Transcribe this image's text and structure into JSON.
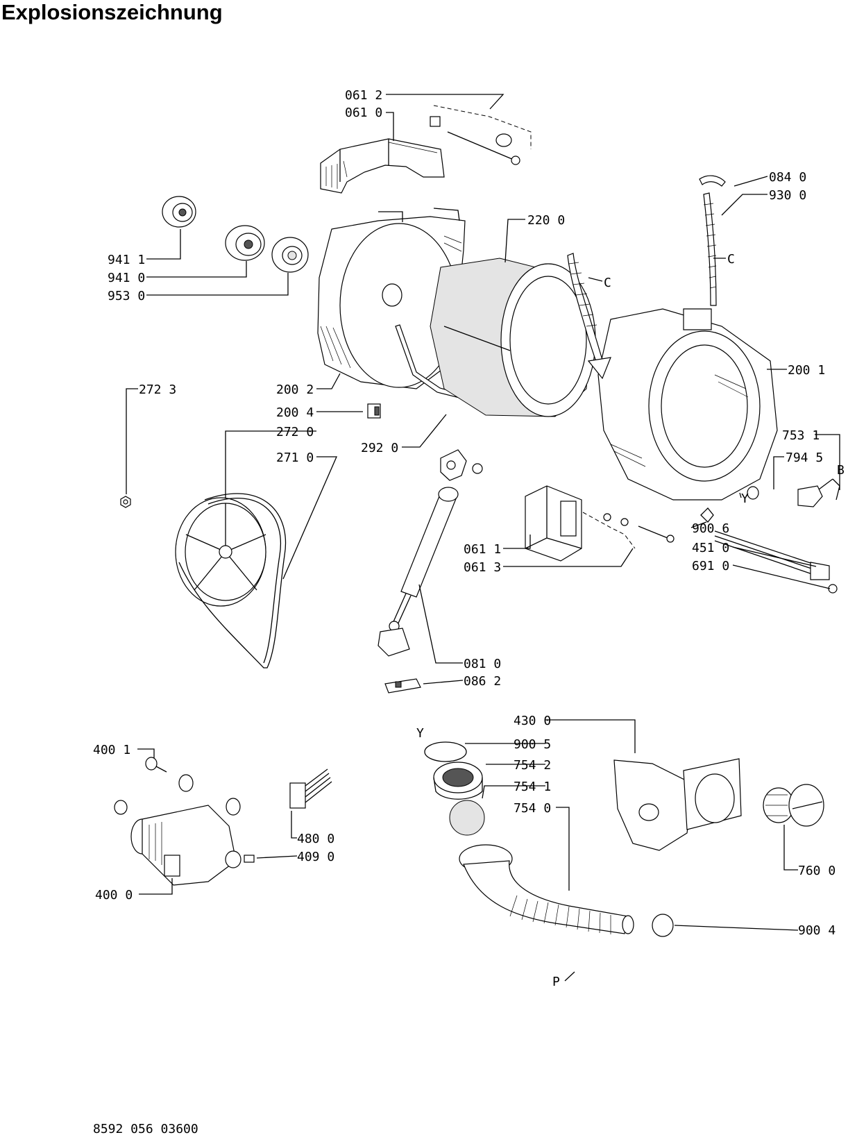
{
  "header": {
    "title": "Explosionszeichnung"
  },
  "footer": {
    "doc_number": "8592 056 03600"
  },
  "labels": {
    "p0612": "061 2",
    "p0610": "061 0",
    "p0840": "084 0",
    "p9300": "930 0",
    "p2200": "220 0",
    "c1": "C",
    "c2": "C",
    "p9411": "941 1",
    "p9410": "941 0",
    "p9530": "953 0",
    "p2723": "272 3",
    "p2002": "200 2",
    "p2004": "200 4",
    "p2720": "272 0",
    "p2710": "271 0",
    "p2920": "292 0",
    "p2001": "200 1",
    "p7531": "753 1",
    "p7945": "794 5",
    "b": "B",
    "y1": "Y",
    "p9006": "900 6",
    "p4510": "451 0",
    "p6910": "691 0",
    "p0611": "061 1",
    "p0613": "061 3",
    "p0810": "081 0",
    "p0862": "086 2",
    "p4300": "430 0",
    "y2": "Y",
    "p9005": "900 5",
    "p7542": "754 2",
    "p7541": "754 1",
    "p7540": "754 0",
    "p4001": "400 1",
    "p4800": "480 0",
    "p4090": "409 0",
    "p4000": "400 0",
    "p7600": "760 0",
    "p9004": "900 4",
    "p": "P"
  },
  "icons": [
    "counterweight",
    "bearing",
    "drum",
    "tub-rear",
    "tub-front",
    "pulley",
    "belt",
    "shock-absorber",
    "motor",
    "heater",
    "pump",
    "filter",
    "hose",
    "clamp"
  ]
}
